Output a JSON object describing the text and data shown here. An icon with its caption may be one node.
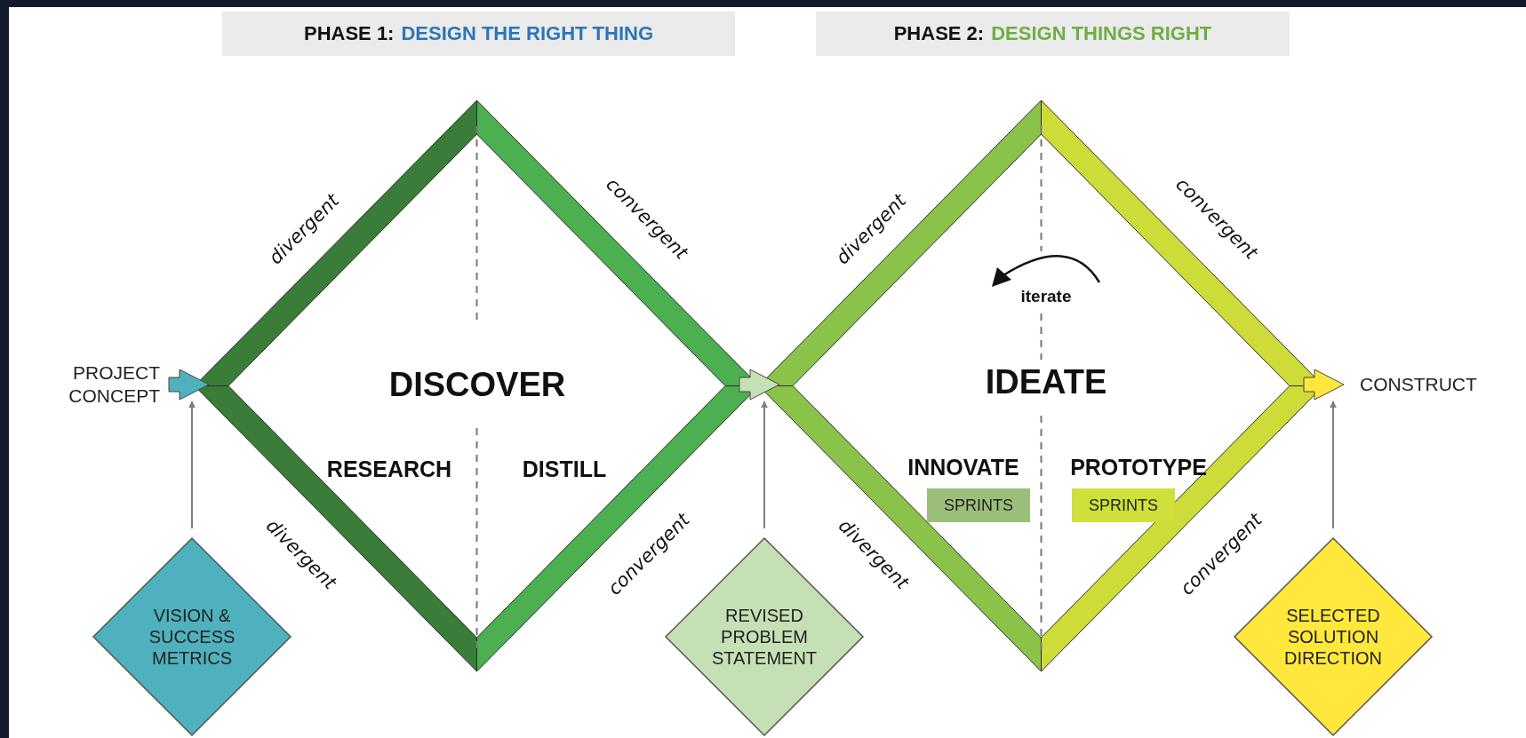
{
  "diagram": {
    "nodes": [
      {
        "text": [
          "PHASE 1:",
          "DESIGN THE RIGHT THING"
        ]
      },
      {
        "text": [
          "PHASE 2:",
          "DESIGN THINGS RIGHT"
        ]
      },
      {
        "text": [
          "DISCOVER",
          "RESEARCH",
          "DISTILL"
        ]
      },
      {
        "text": [
          "iterate",
          "IDEATE",
          "INNOVATE",
          "PROTOTYPE"
        ]
      },
      {
        "text": [
          "SPRINTS"
        ],
        "in": 3
      },
      {
        "text": [
          "SPRINTS"
        ],
        "in": 3
      },
      {
        "text": [],
        "shape": "arrow",
        "beside": [
          "PROJECT CONCEPT"
        ]
      },
      {
        "text": [],
        "shape": "arrow"
      },
      {
        "text": [],
        "shape": "arrow",
        "beside": [
          "CONSTRUCT"
        ]
      },
      {
        "text": [
          "VISION & SUCCESS METRICS"
        ]
      },
      {
        "text": [
          "REVISED PROBLEM STATEMENT"
        ]
      },
      {
        "text": [
          "SELECTED SOLUTION DIRECTION"
        ]
      }
    ],
    "edges": [
      {
        "from": 9,
        "to": 6,
        "arrow": "to"
      },
      {
        "from": 10,
        "to": 7,
        "arrow": "to"
      },
      {
        "from": 11,
        "to": 8,
        "arrow": "to"
      }
    ],
    "labels": [
      "divergent",
      "convergent",
      "divergent",
      "convergent",
      "divergent",
      "convergent",
      "divergent",
      "convergent"
    ]
  }
}
